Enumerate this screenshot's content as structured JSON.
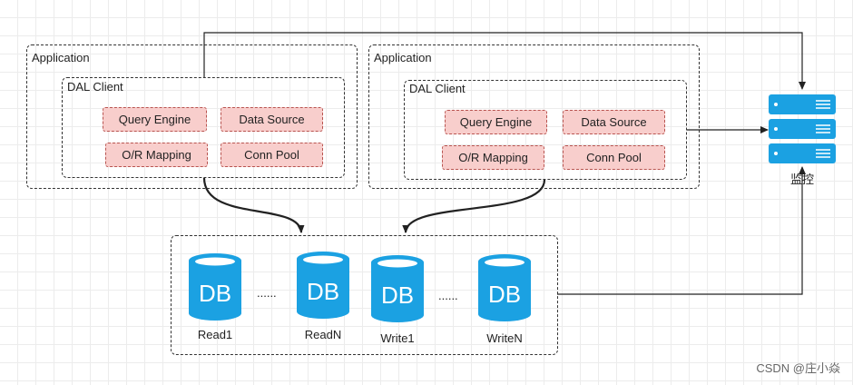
{
  "apps": [
    {
      "label": "Application",
      "client_label": "DAL Client",
      "modules": [
        "Query Engine",
        "Data Source",
        "O/R Mapping",
        "Conn Pool"
      ]
    },
    {
      "label": "Application",
      "client_label": "DAL Client",
      "modules": [
        "Query Engine",
        "Data Source",
        "O/R Mapping",
        "Conn Pool"
      ]
    }
  ],
  "databases": [
    {
      "icon_text": "DB",
      "caption": "Read1"
    },
    {
      "icon_text": "DB",
      "caption": "ReadN"
    },
    {
      "icon_text": "DB",
      "caption": "Write1"
    },
    {
      "icon_text": "DB",
      "caption": "WriteN"
    }
  ],
  "ellipsis": "......",
  "monitor": {
    "label": "监控",
    "icon": "server-stack-icon"
  },
  "watermark": "CSDN @庄小焱",
  "colors": {
    "module_fill": "#f8cecc",
    "module_border": "#b85450",
    "db_fill": "#1ba1e2",
    "server_fill": "#1ba1e2"
  }
}
